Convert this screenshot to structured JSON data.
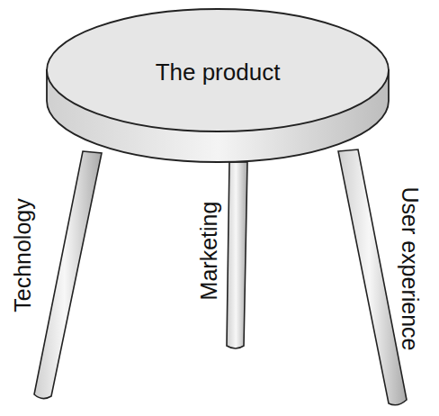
{
  "diagram": {
    "nodes": [
      {
        "text": [
          "The product"
        ]
      }
    ],
    "labels": [
      "Technology",
      "Marketing",
      "User experience"
    ]
  }
}
